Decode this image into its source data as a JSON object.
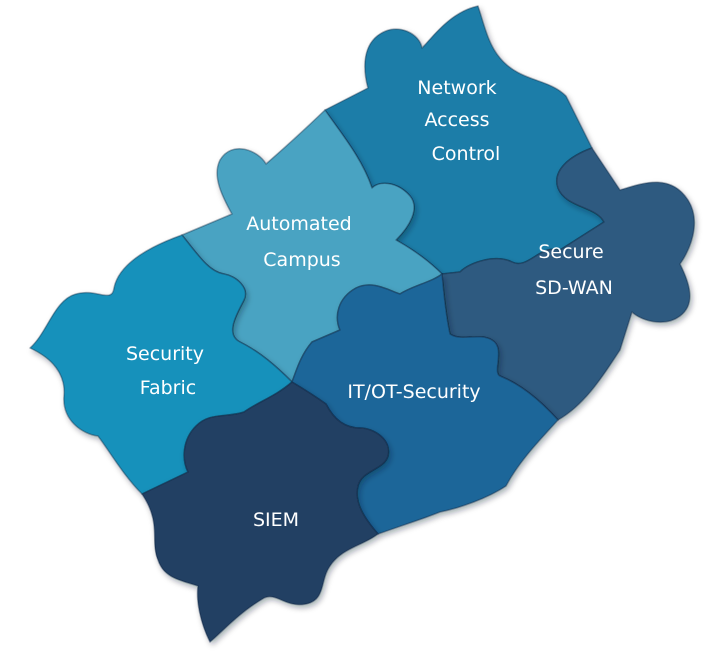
{
  "pieces": [
    {
      "id": "network-access-control",
      "label_lines": [
        "Network",
        "Access",
        "Control"
      ],
      "color": "#1f7da8"
    },
    {
      "id": "automated-campus",
      "label_lines": [
        "Automated",
        "Campus"
      ],
      "color": "#4aa3c2"
    },
    {
      "id": "secure-sd-wan",
      "label_lines": [
        "Secure",
        "SD-WAN"
      ],
      "color": "#2e5a80"
    },
    {
      "id": "security-fabric",
      "label_lines": [
        "Security",
        "Fabric"
      ],
      "color": "#1891bb"
    },
    {
      "id": "it-ot-security",
      "label_lines": [
        "IT/OT-Security"
      ],
      "color": "#1e6699"
    },
    {
      "id": "siem",
      "label_lines": [
        "SIEM"
      ],
      "color": "#233f63"
    }
  ]
}
